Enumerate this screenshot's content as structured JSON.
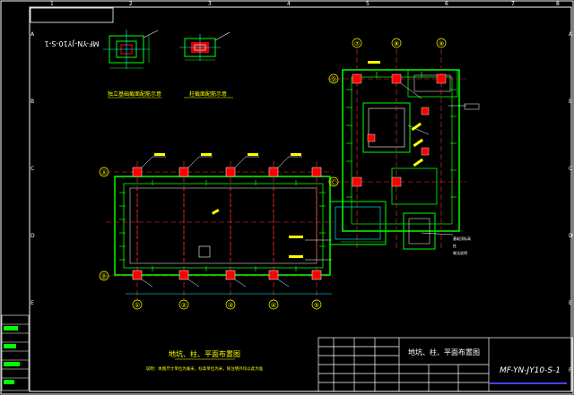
{
  "drawing": {
    "colors": {
      "background": "#000000",
      "frame": "#ffffff",
      "wall": "#00ff00",
      "axis": "#ff3333",
      "column": "#ff0000",
      "dimension": "#00ffff",
      "text": "#ffff00",
      "highlight": "#4444ff"
    },
    "code_top_mirrored": "MF-YN-JY10-S-1",
    "code_titleblock": "MF-YN-JY10-S-1",
    "titleblock_title": "地坑、柱、平面布置图",
    "plan_title": "地坑、柱、平面布置图",
    "plan_subtitle": "说明：本图尺寸单位为毫米，标高单位为米，除注明外均以此为准",
    "frame_cols": [
      "1",
      "2",
      "3",
      "4",
      "5",
      "6",
      "7",
      "8"
    ],
    "frame_rows": [
      "A",
      "B",
      "C",
      "D",
      "E",
      "F"
    ],
    "axes_bottom": [
      "①",
      "②",
      "③",
      "④",
      "⑤"
    ],
    "axes_left": [
      "Ⓐ",
      "Ⓑ"
    ],
    "axes_annex_top": [
      "⑦",
      "⑧",
      "⑨"
    ],
    "axes_annex_left": [
      "Ⓓ",
      "Ⓒ"
    ],
    "detail_captions": [
      "独立基础截面配筋示意",
      "柱截面配筋示意"
    ],
    "notes": [
      "基础顶标高",
      "柱",
      "做法说明"
    ]
  }
}
